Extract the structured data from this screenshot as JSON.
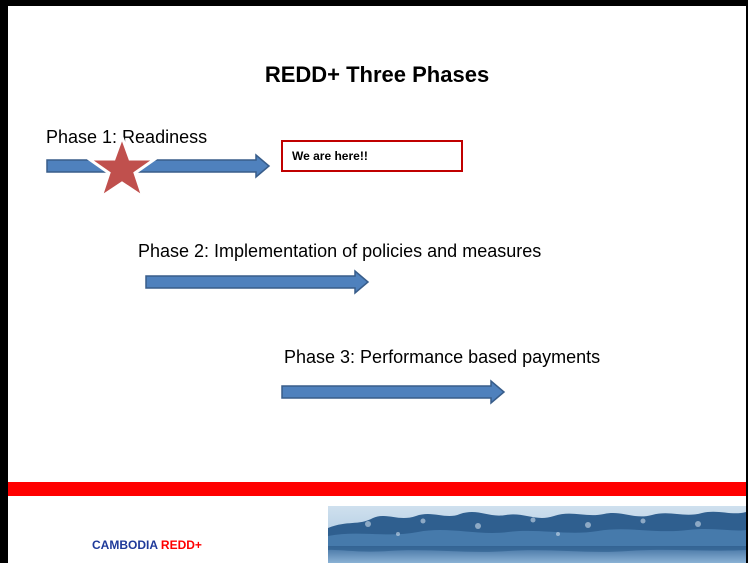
{
  "title": "REDD+ Three Phases",
  "phases": [
    {
      "label": "Phase 1: Readiness"
    },
    {
      "label": "Phase 2: Implementation of policies and measures"
    },
    {
      "label": "Phase 3: Performance based payments"
    }
  ],
  "callout": "We are here!!",
  "footer": {
    "brand_part1": "CAMBODIA",
    "brand_part2": "REDD+"
  },
  "colors": {
    "arrow_fill": "#4f81bd",
    "arrow_stroke": "#385d8a",
    "callout_border": "#c00000",
    "star": "#c0504d",
    "bar": "#ff0000",
    "brand_blue": "#1f3a9a",
    "brand_red": "#ff0000"
  },
  "icons": {
    "marker": "star-icon",
    "photo": "forest-lake-image"
  }
}
